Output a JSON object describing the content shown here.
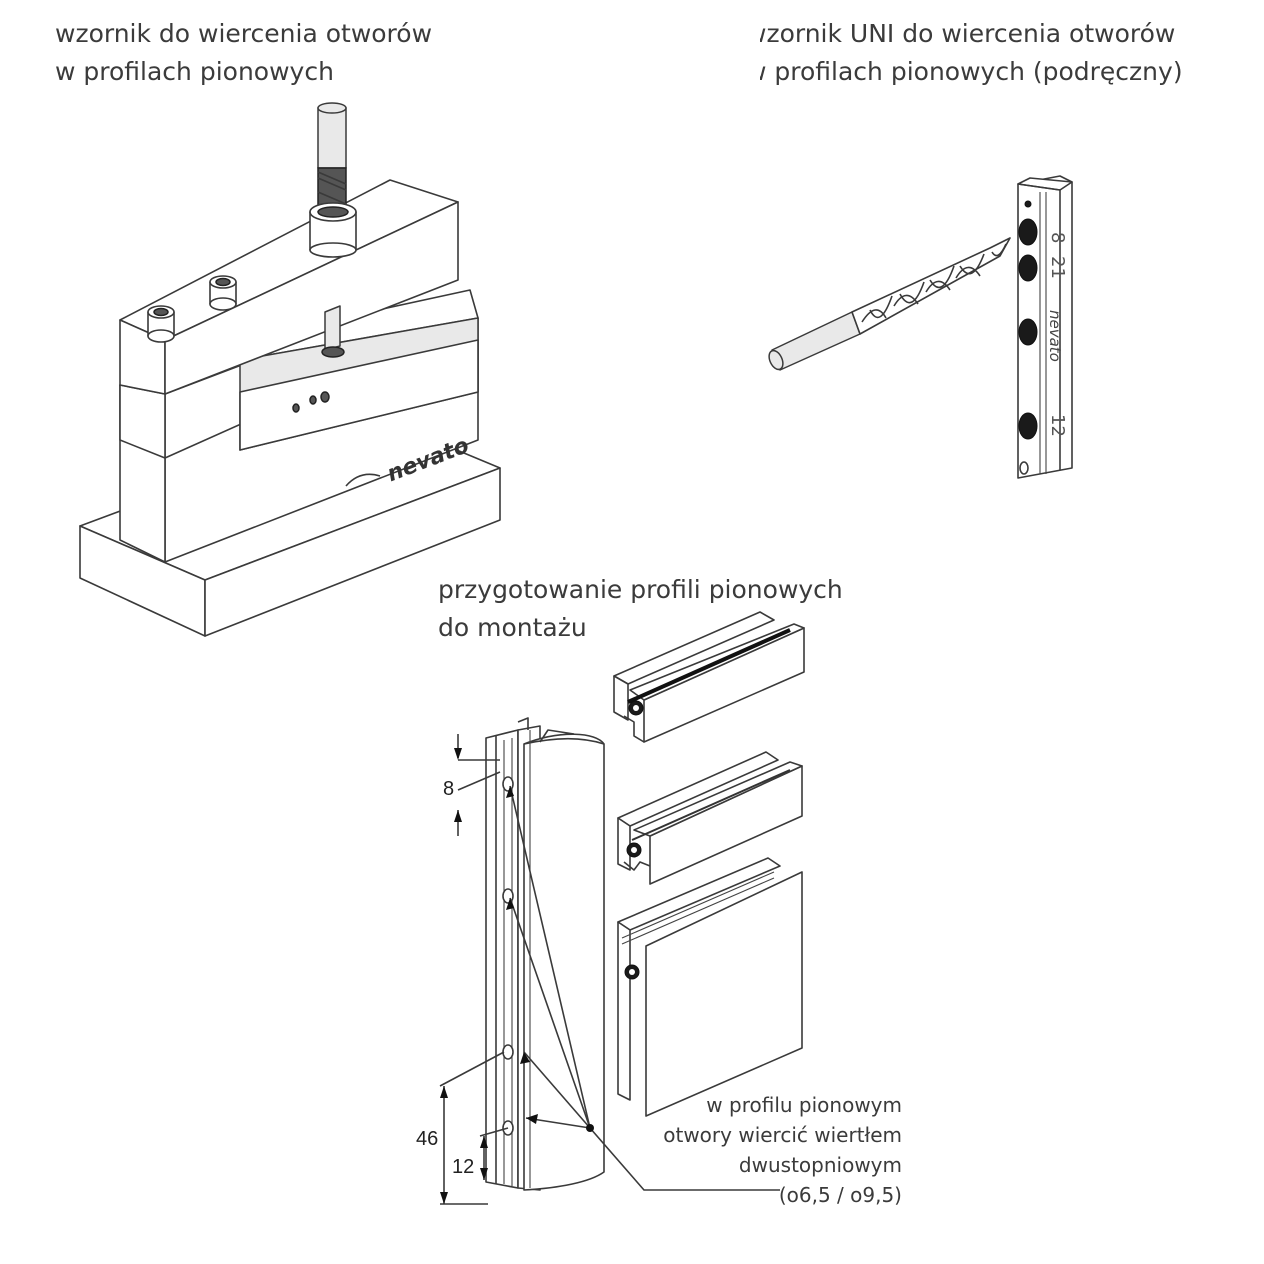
{
  "captions": {
    "jig_left": [
      "wzornik do wiercenia otworów",
      "w profilach pionowych"
    ],
    "jig_right": [
      "wzornik UNI do wiercenia otworów",
      "w profilach pionowych (podręczny)"
    ],
    "prep": [
      "przygotowanie profili pionowych",
      "do montażu"
    ]
  },
  "note": [
    "w profilu pionowym",
    "otwory wiercić wiertłem",
    "dwustopniowym",
    "(o6,5 / o9,5)"
  ],
  "dimensions": {
    "d8": "8",
    "d46": "46",
    "d12": "12"
  },
  "logos": {
    "jig_logo": "nevato",
    "uni_logo": "nevato"
  },
  "uni_scale_marks": [
    "8",
    "21",
    "12"
  ]
}
